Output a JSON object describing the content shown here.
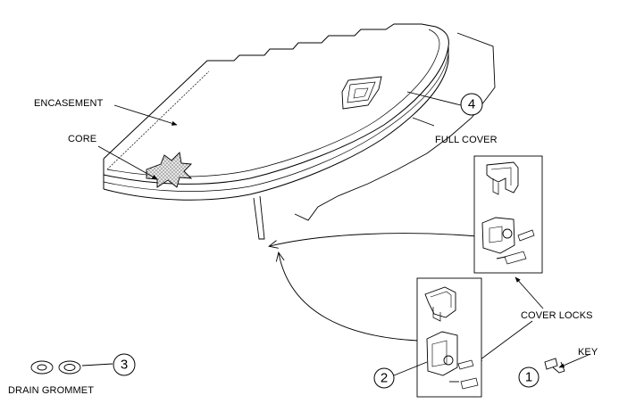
{
  "labels": {
    "encasement": "ENCASEMENT",
    "core": "CORE",
    "full_cover": "FULL COVER",
    "cover_locks": "COVER LOCKS",
    "key": "KEY",
    "drain_grommet": "DRAIN GROMMET"
  },
  "callouts": {
    "key": "1",
    "lower_lock": "2",
    "grommet": "3",
    "cover": "4"
  },
  "colors": {
    "line": "#000000",
    "core_fill": "#cfcfcf",
    "background": "#ffffff"
  }
}
